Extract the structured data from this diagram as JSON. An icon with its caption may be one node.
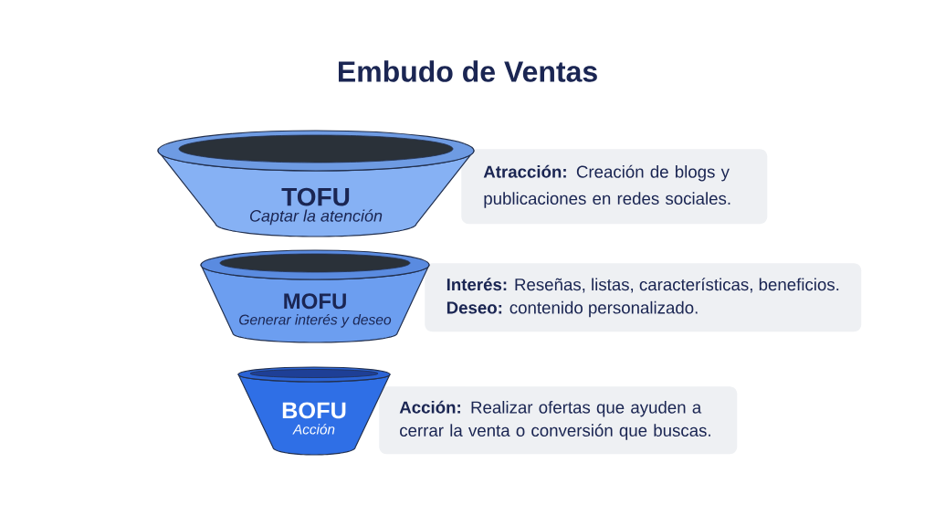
{
  "diagram": {
    "title": "Embudo de Ventas",
    "nodes": [
      {
        "text": [
          "TOFU",
          "Captar la atención"
        ]
      },
      {
        "text": [
          "**Atracción:** Creación de blogs y publicaciones en redes sociales."
        ]
      },
      {
        "text": [
          "MOFU",
          "Generar interés y deseo"
        ]
      },
      {
        "text": [
          "**Interés:** Reseñas, listas, características, beneficios.",
          "**Deseo:** contenido personalizado."
        ]
      },
      {
        "text": [
          "BOFU",
          "Acción"
        ]
      },
      {
        "text": [
          "**Acción:** Realizar ofertas que ayuden a cerrar la venta o conversión que buscas."
        ]
      }
    ]
  }
}
